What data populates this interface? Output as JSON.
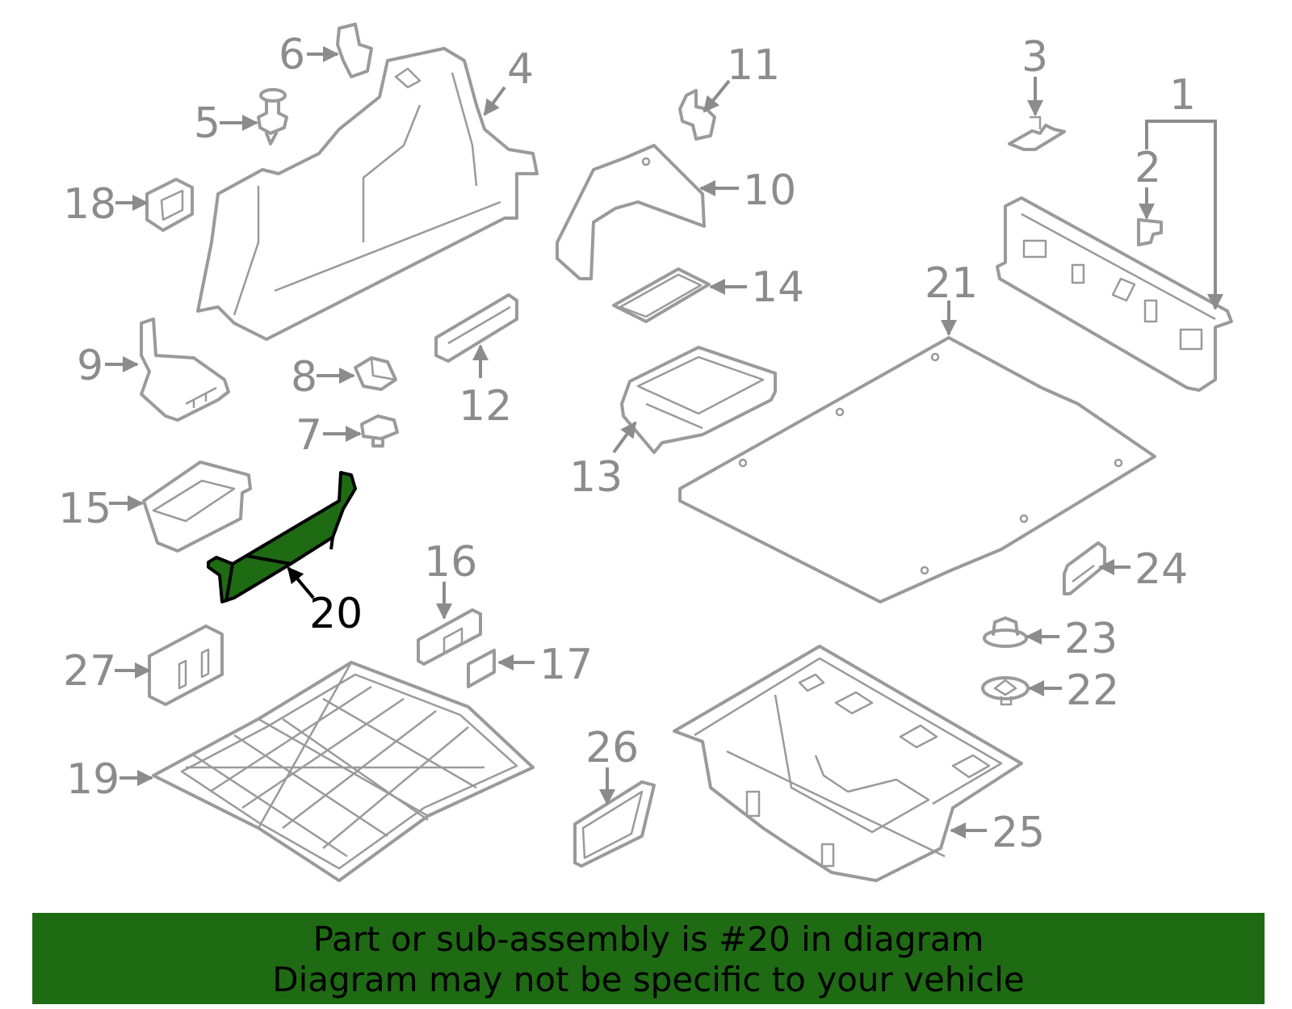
{
  "colors": {
    "line": "#9a9a9a",
    "label": "#8c8c8c",
    "highlight_fill": "#1e6b14",
    "highlight_stroke": "#000000",
    "banner_bg": "#1e6b14"
  },
  "highlighted_part": "20",
  "callouts": [
    {
      "id": "1",
      "label": "1"
    },
    {
      "id": "2",
      "label": "2"
    },
    {
      "id": "3",
      "label": "3"
    },
    {
      "id": "4",
      "label": "4"
    },
    {
      "id": "5",
      "label": "5"
    },
    {
      "id": "6",
      "label": "6"
    },
    {
      "id": "7",
      "label": "7"
    },
    {
      "id": "8",
      "label": "8"
    },
    {
      "id": "9",
      "label": "9"
    },
    {
      "id": "10",
      "label": "10"
    },
    {
      "id": "11",
      "label": "11"
    },
    {
      "id": "12",
      "label": "12"
    },
    {
      "id": "13",
      "label": "13"
    },
    {
      "id": "14",
      "label": "14"
    },
    {
      "id": "15",
      "label": "15"
    },
    {
      "id": "16",
      "label": "16"
    },
    {
      "id": "17",
      "label": "17"
    },
    {
      "id": "18",
      "label": "18"
    },
    {
      "id": "19",
      "label": "19"
    },
    {
      "id": "20",
      "label": "20"
    },
    {
      "id": "21",
      "label": "21"
    },
    {
      "id": "22",
      "label": "22"
    },
    {
      "id": "23",
      "label": "23"
    },
    {
      "id": "24",
      "label": "24"
    },
    {
      "id": "25",
      "label": "25"
    },
    {
      "id": "26",
      "label": "26"
    },
    {
      "id": "27",
      "label": "27"
    }
  ],
  "banner": {
    "line1": "Part or sub-assembly is #20 in diagram",
    "line2": "Diagram may not be specific to your vehicle"
  }
}
